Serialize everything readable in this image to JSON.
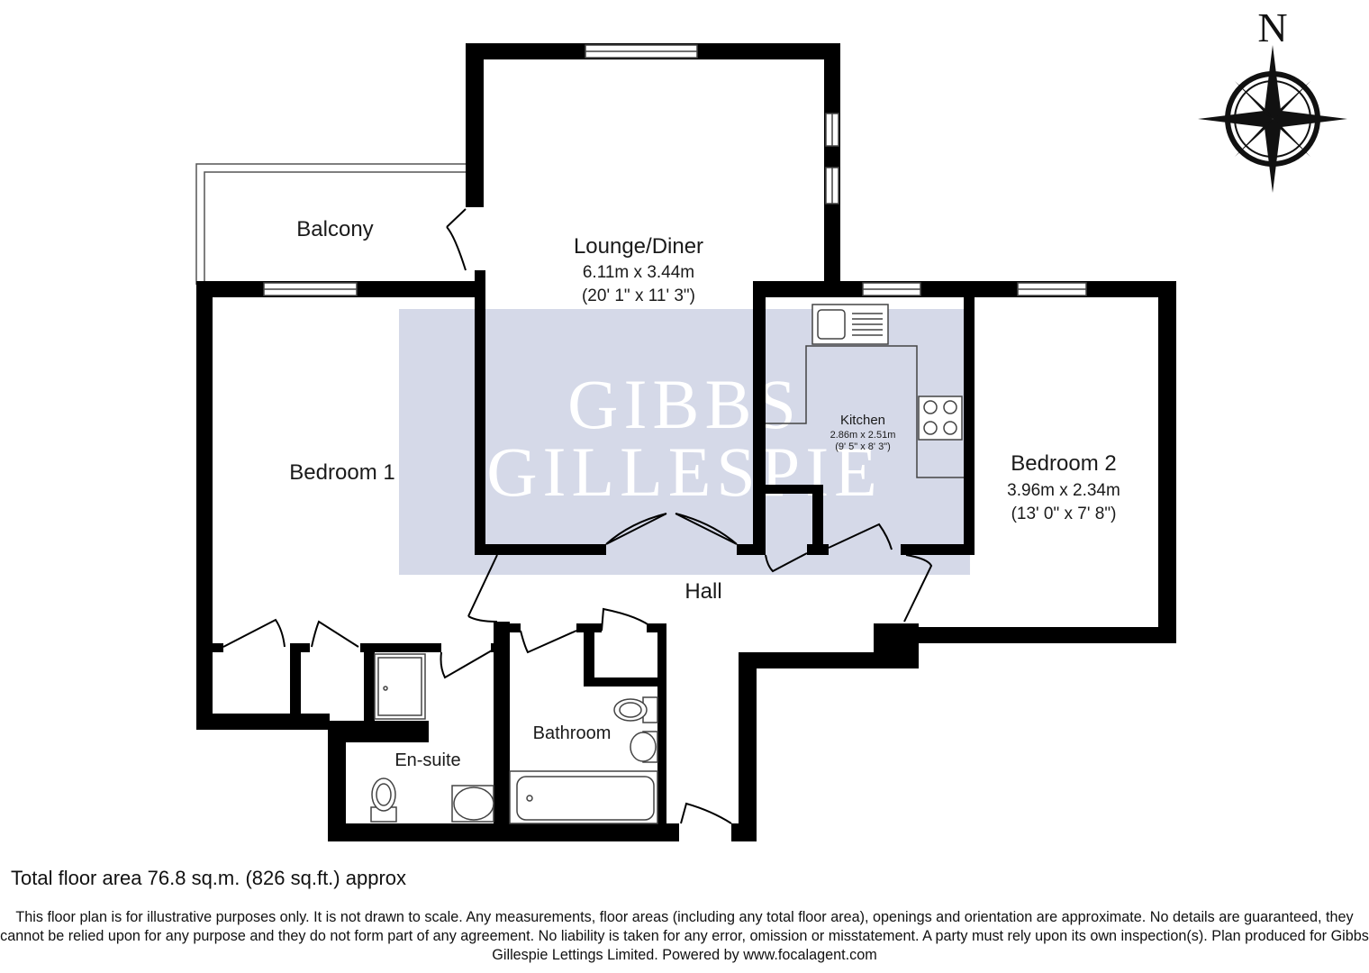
{
  "rooms": {
    "balcony": {
      "name": "Balcony"
    },
    "lounge": {
      "name": "Lounge/Diner",
      "metric": "6.11m x 3.44m",
      "imperial": "(20' 1\" x 11' 3\")"
    },
    "kitchen": {
      "name": "Kitchen",
      "metric": "2.86m x 2.51m",
      "imperial": "(9' 5\" x 8' 3\")"
    },
    "bedroom1": {
      "name": "Bedroom 1"
    },
    "bedroom2": {
      "name": "Bedroom 2",
      "metric": "3.96m x 2.34m",
      "imperial": "(13' 0\" x 7' 8\")"
    },
    "hall": {
      "name": "Hall"
    },
    "bathroom": {
      "name": "Bathroom"
    },
    "ensuite": {
      "name": "En-suite"
    }
  },
  "compass": {
    "north_label": "N"
  },
  "watermark": {
    "line1": "GIBBS",
    "line2": "GILLESPIE"
  },
  "colors": {
    "wall": "#000000",
    "watermark_bg": "#d5d9e8",
    "fixture": "#555555"
  },
  "footer": {
    "total_area": "Total floor area 76.8 sq.m. (826 sq.ft.) approx",
    "disclaimer": "This floor plan is for illustrative purposes only. It is not drawn to scale. Any measurements, floor areas (including any total floor area), openings and orientation are approximate. No details are guaranteed, they cannot be relied upon for any purpose and they do not form part of any agreement. No liability is taken for any error, omission or misstatement. A party must rely upon its own inspection(s). Plan produced for Gibbs Gillespie Lettings Limited. Powered by www.focalagent.com"
  }
}
